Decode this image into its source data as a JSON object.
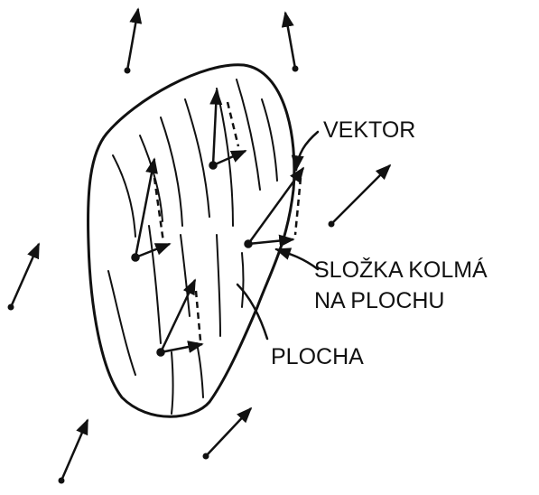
{
  "labels": {
    "vektor": "VEKTOR",
    "slozka_line1": "SLOŽKA KOLMÁ",
    "slozka_line2": "NA PLOCHU",
    "plocha": "PLOCHA"
  },
  "colors": {
    "ink": "#111111",
    "background": "#ffffff"
  }
}
